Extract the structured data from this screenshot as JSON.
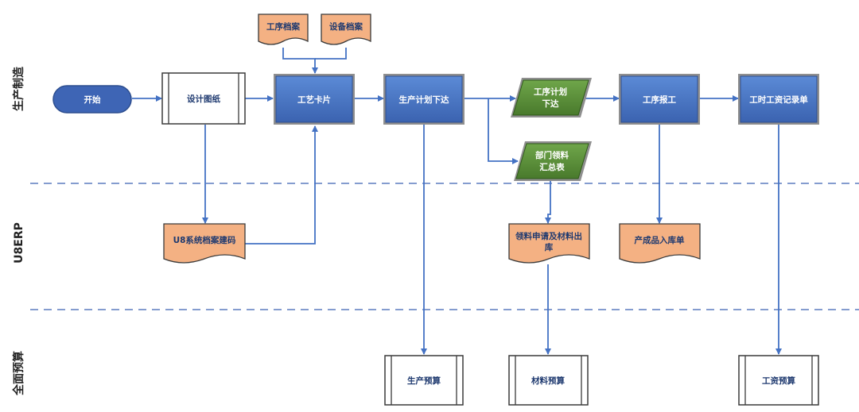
{
  "lanes": {
    "production": "生产制造",
    "erp": "U8ERP",
    "budget": "全面预算"
  },
  "nodes": {
    "start": "开始",
    "design_drawing": "设计图纸",
    "process_archive": "工序档案",
    "equipment_archive": "设备档案",
    "process_card": "工艺卡片",
    "production_plan": "生产计划下达",
    "process_plan_line1": "工序计划",
    "process_plan_line2": "下达",
    "dept_material_line1": "部门领料",
    "dept_material_line2": "汇总表",
    "process_report": "工序报工",
    "work_hour_record": "工时工资记录单",
    "u8_archive": "U8系统档案建码",
    "material_request_line1": "领料申请及材料出",
    "material_request_line2": "库",
    "finished_goods": "产成品入库单",
    "production_budget": "生产预算",
    "material_budget": "材料预算",
    "wage_budget": "工资预算"
  },
  "colors": {
    "blue_fill": "#4472c4",
    "green_fill": "#5b8f3a",
    "orange_fill": "#f4b183",
    "connector": "#4472c4",
    "lane_divider": "#5b7cbf"
  }
}
